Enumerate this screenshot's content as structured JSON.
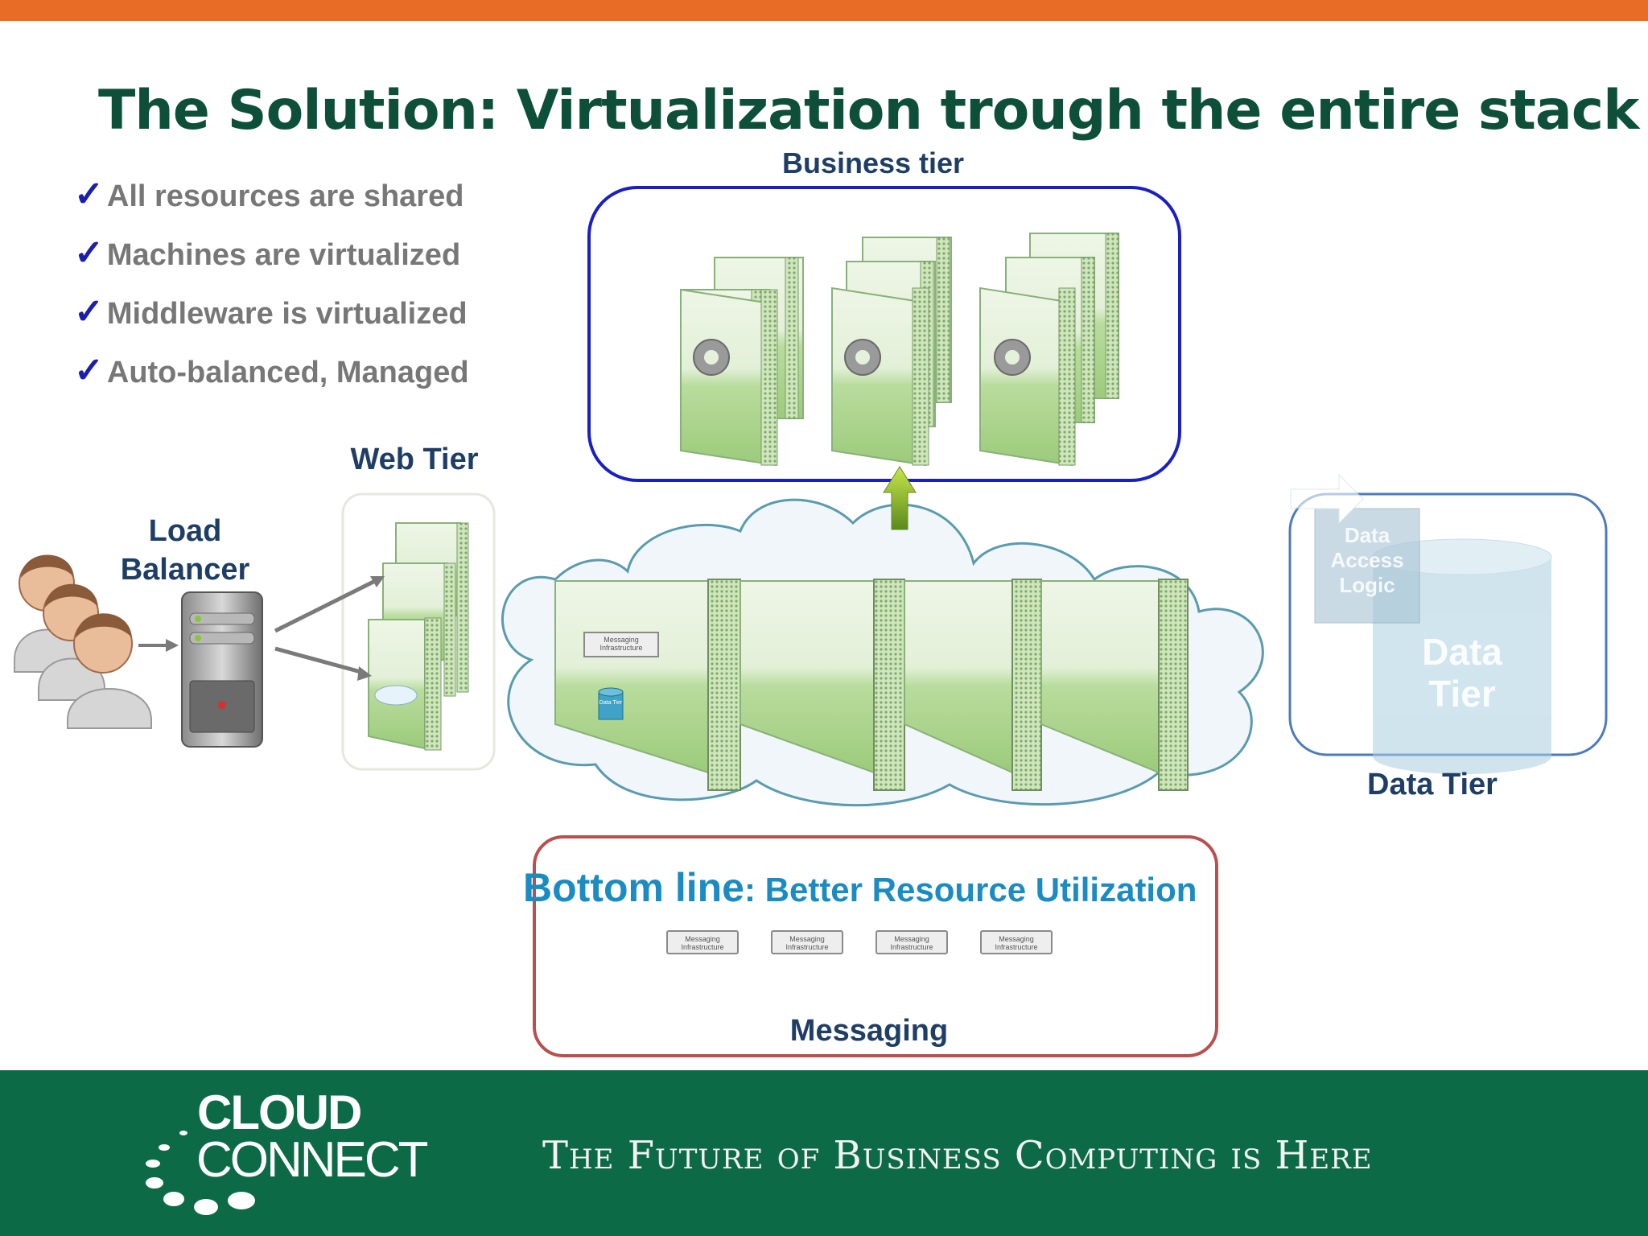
{
  "slide": {
    "title": "The Solution: Virtualization trough the entire stack",
    "bullets": [
      "All resources are shared",
      "Machines are virtualized",
      "Middleware is virtualized",
      "Auto-balanced, Managed"
    ],
    "check_glyph": "✓"
  },
  "diagram": {
    "business_tier_label": "Business tier",
    "web_tier_label": "Web Tier",
    "load_balancer_label_line1": "Load",
    "load_balancer_label_line2": "Balancer",
    "data_tier_label": "Data Tier",
    "data_tier_db_line1": "Data",
    "data_tier_db_line2": "Tier",
    "data_access_line1": "Data",
    "data_access_line2": "Access",
    "data_access_line3": "Logic",
    "messaging_label": "Messaging",
    "messaging_box_text": "Messaging Infrastructure",
    "server_messaging_text": "Messaging Infrastructure",
    "server_data_tier_text": "Data Tier",
    "bottom_line_prefix": "Bottom line",
    "bottom_line_suffix": ": Better Resource Utilization"
  },
  "footer": {
    "logo_line1": "CLOUD",
    "logo_line2": "CONNECT",
    "tagline": "The Future of Business Computing is Here"
  },
  "colors": {
    "orange_bar": "#e86c25",
    "title_green": "#0e4f3a",
    "footer_green": "#0d6a47",
    "business_box": "#1a1fc4",
    "messaging_box": "#b85050",
    "data_box": "#4c7bbd",
    "bottom_line_blue": "#1b8cc1"
  }
}
